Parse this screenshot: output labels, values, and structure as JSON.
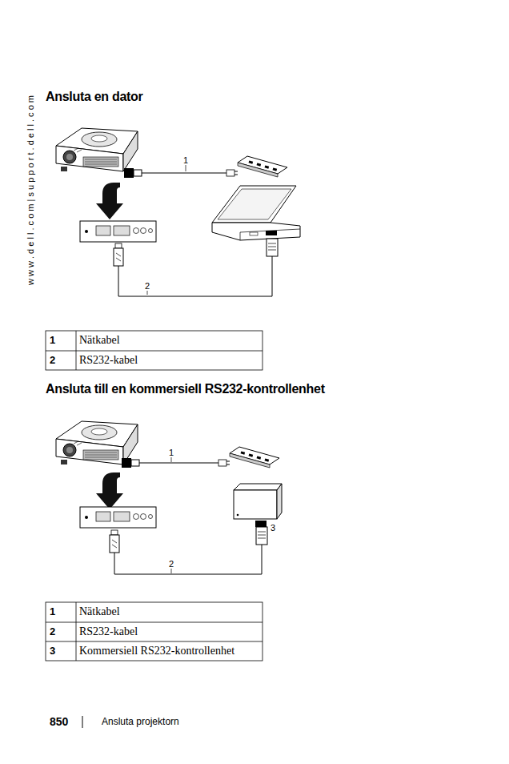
{
  "diagram": {
    "labels": [
      "w w w . d e l l . c o m | s u p p o r t . d e l l . c o m",
      "Ansluta en dator",
      "1",
      "2",
      "1",
      "Nätkabel",
      "2",
      "RS232-kabel",
      "Ansluta till en kommersiell RS232-kontrollenhet",
      "1",
      "2",
      "3",
      "1",
      "Nätkabel",
      "2",
      "RS232-kabel",
      "3",
      "Kommersiell RS232-kontrollenhet",
      "850",
      "Ansluta projektorn"
    ]
  }
}
